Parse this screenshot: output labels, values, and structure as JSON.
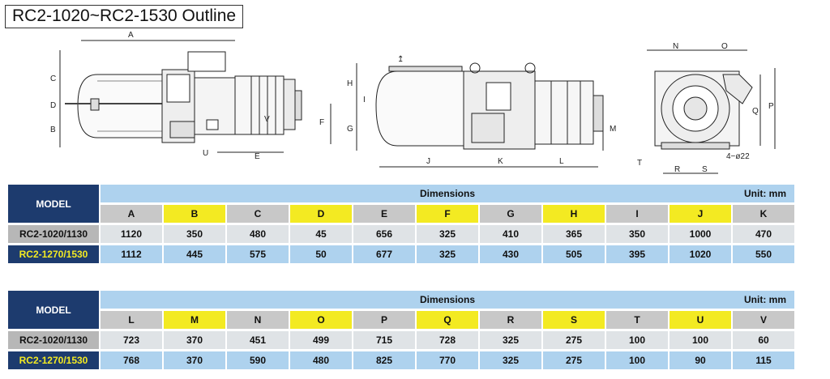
{
  "title": "RC2-1020~RC2-1530 Outline",
  "colors": {
    "navy": "#1d3b6e",
    "light_blue": "#aed2ee",
    "yellow": "#f3ea22",
    "gray": "#c8c8c8"
  },
  "drawing_labels": {
    "side": {
      "A": "A",
      "B": "B",
      "C": "C",
      "D": "D",
      "E": "E",
      "F": "F",
      "U": "U",
      "V": "V"
    },
    "front": {
      "G": "G",
      "H": "H",
      "I": "I",
      "J": "J",
      "K": "K",
      "L": "L",
      "M": "M"
    },
    "end": {
      "N": "N",
      "O": "O",
      "P": "P",
      "Q": "Q",
      "R": "R",
      "S": "S",
      "T": "T",
      "holes": "4−ø22"
    }
  },
  "table1": {
    "model_header": "MODEL",
    "dims_header": "Dimensions",
    "unit": "Unit: mm",
    "columns": [
      "A",
      "B",
      "C",
      "D",
      "E",
      "F",
      "G",
      "H",
      "I",
      "J",
      "K"
    ],
    "rows": [
      {
        "model": "RC2-1020/1130",
        "values": [
          "1120",
          "350",
          "480",
          "45",
          "656",
          "325",
          "410",
          "365",
          "350",
          "1000",
          "470"
        ]
      },
      {
        "model": "RC2-1270/1530",
        "values": [
          "1112",
          "445",
          "575",
          "50",
          "677",
          "325",
          "430",
          "505",
          "395",
          "1020",
          "550"
        ]
      }
    ]
  },
  "table2": {
    "model_header": "MODEL",
    "dims_header": "Dimensions",
    "unit": "Unit: mm",
    "columns": [
      "L",
      "M",
      "N",
      "O",
      "P",
      "Q",
      "R",
      "S",
      "T",
      "U",
      "V"
    ],
    "rows": [
      {
        "model": "RC2-1020/1130",
        "values": [
          "723",
          "370",
          "451",
          "499",
          "715",
          "728",
          "325",
          "275",
          "100",
          "100",
          "60"
        ]
      },
      {
        "model": "RC2-1270/1530",
        "values": [
          "768",
          "370",
          "590",
          "480",
          "825",
          "770",
          "325",
          "275",
          "100",
          "90",
          "115"
        ]
      }
    ]
  }
}
